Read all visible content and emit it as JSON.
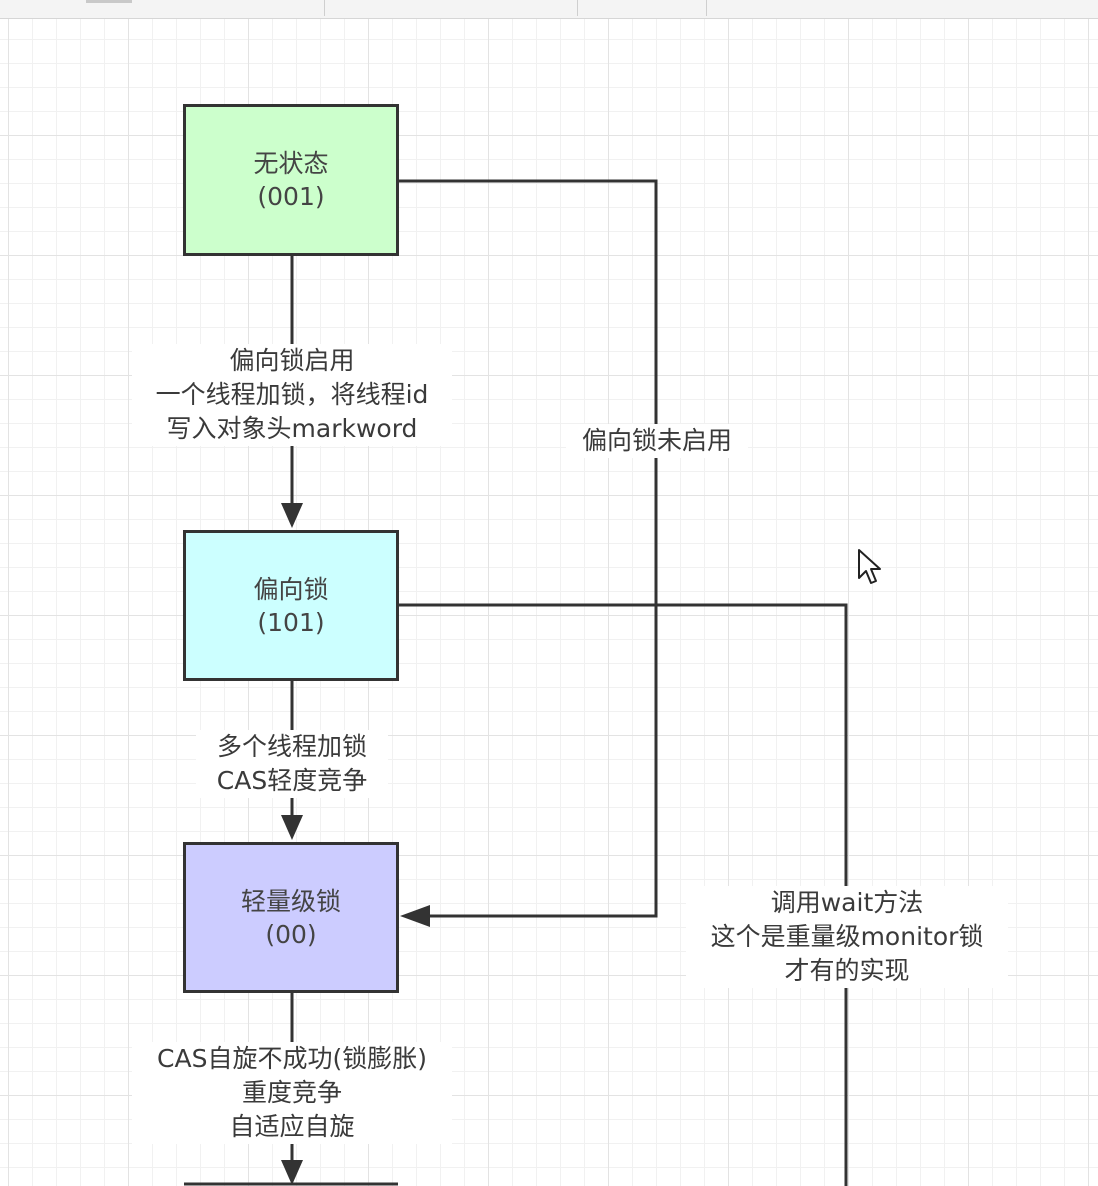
{
  "diagram": {
    "nodes": [
      {
        "id": "no-lock",
        "title": "无状态",
        "code": "(001)",
        "fill": "#ccffcc"
      },
      {
        "id": "biased-lock",
        "title": "偏向锁",
        "code": "(101)",
        "fill": "#ccffff"
      },
      {
        "id": "lightweight-lock",
        "title": "轻量级锁",
        "code": "(00)",
        "fill": "#ccccff"
      }
    ],
    "edges": [
      {
        "from": "no-lock",
        "to": "biased-lock",
        "label": [
          "偏向锁启用",
          "一个线程加锁，将线程id",
          "写入对象头markword"
        ]
      },
      {
        "from": "no-lock",
        "to": "lightweight-lock",
        "label": [
          "偏向锁未启用"
        ]
      },
      {
        "from": "biased-lock",
        "to": "lightweight-lock",
        "label": [
          "多个线程加锁",
          "CAS轻度竞争"
        ]
      },
      {
        "from": "lightweight-lock",
        "to": "heavyweight-lock",
        "label": [
          "CAS自旋不成功(锁膨胀)",
          "重度竞争",
          "自适应自旋"
        ]
      },
      {
        "from": "biased-lock",
        "to": "heavyweight-lock",
        "label": [
          "调用wait方法",
          "这个是重量级monitor锁",
          "才有的实现"
        ]
      }
    ],
    "line_color": "#333333",
    "grid_color": "#e3e3e3"
  }
}
